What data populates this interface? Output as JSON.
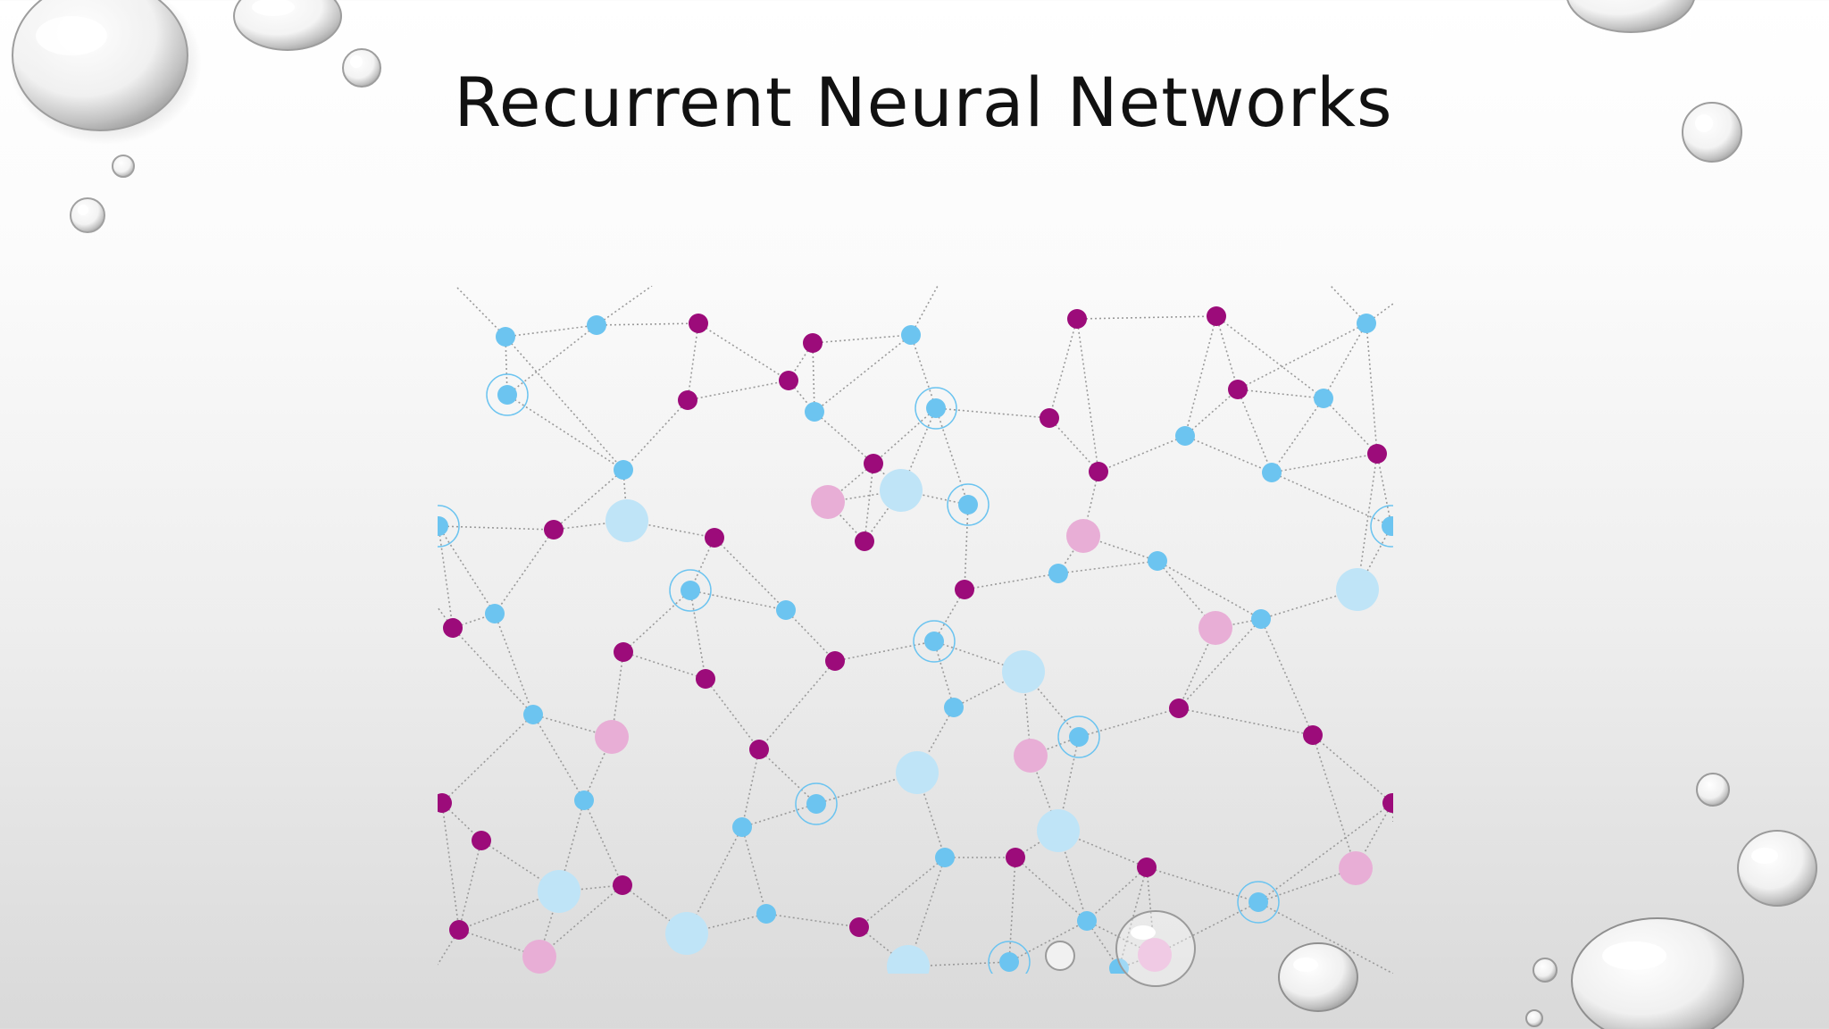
{
  "slide": {
    "title": "Recurrent Neural Networks"
  },
  "image": {
    "description_icon": "network-graph-illustration",
    "colors": {
      "magenta_node": "#9c0b7a",
      "blue_node": "#6cc4f0",
      "light_blue_node": "#bfe4f7",
      "pink_node": "#e8aed6",
      "edge": "#9a9a9a"
    }
  },
  "decor": {
    "icon": "water-droplets"
  }
}
